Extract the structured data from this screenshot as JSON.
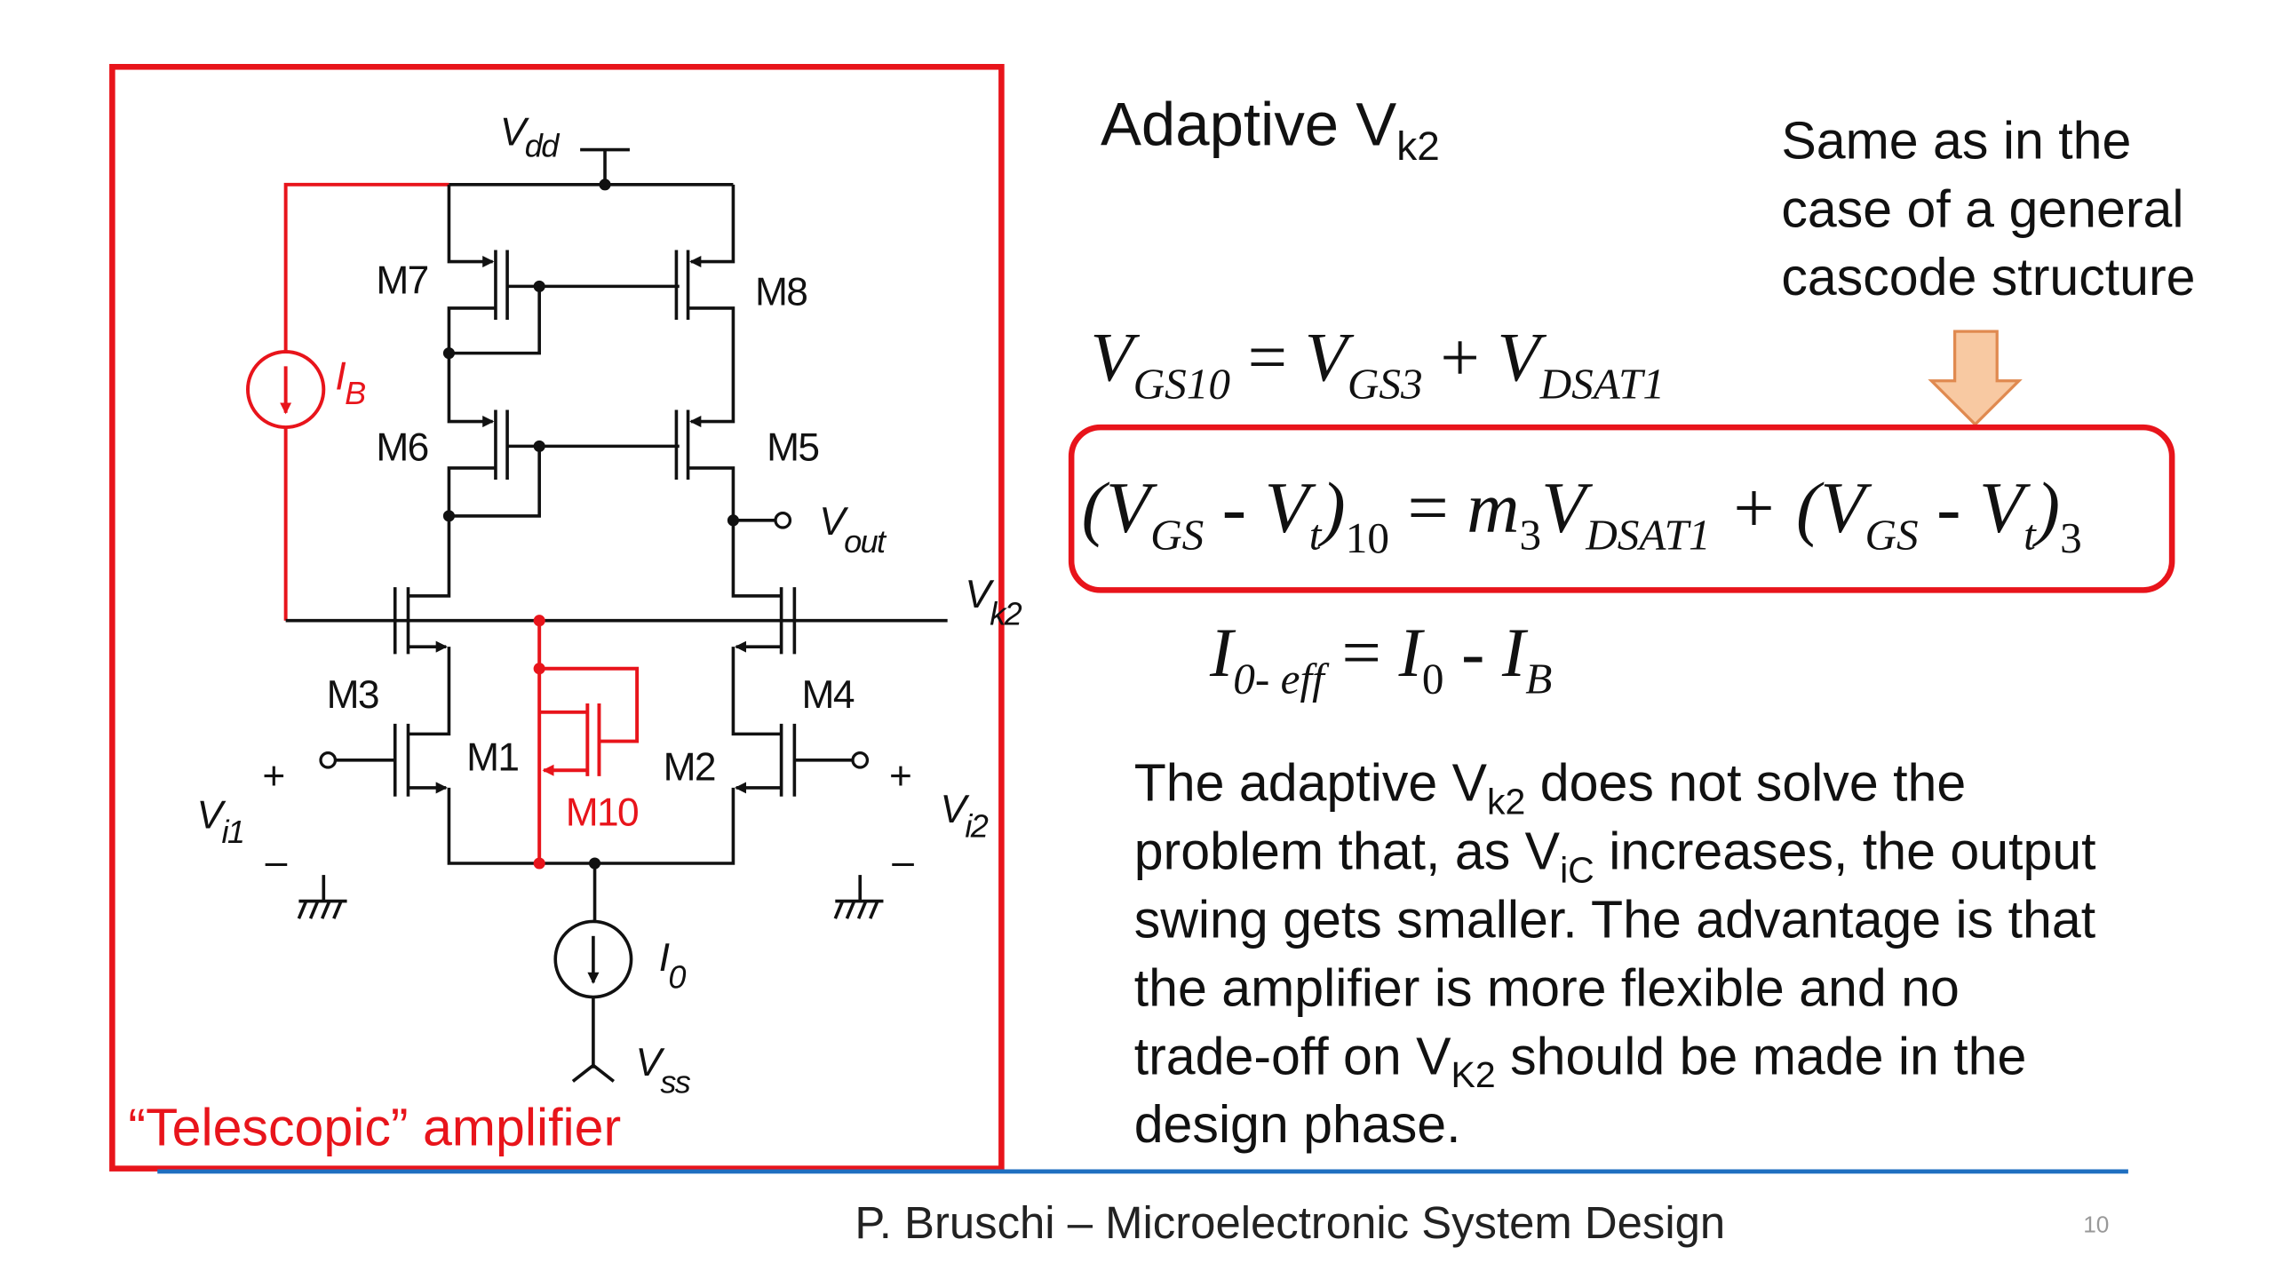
{
  "slide": {
    "title": {
      "main": "Adaptive V",
      "sub": "k2"
    },
    "note_lines": [
      "Same as in the",
      "case of a general",
      "cascode structure"
    ],
    "equations": {
      "eq1": {
        "v1": "V",
        "s1": "GS10",
        "eq": " = ",
        "v2": "V",
        "s2": "GS3",
        "plus": " + ",
        "v3": "V",
        "s3": "DSAT1"
      },
      "eq2": {
        "open": "(V",
        "s1": "GS",
        "minus": " -  V",
        "s2": "t",
        "close": ")",
        "s3": "10",
        "eq": " = ",
        "m": "m",
        "s4": "3",
        "v": "V",
        "s5": "DSAT1",
        "plus": " + (V",
        "s6": "GS",
        "minus2": " -  V",
        "s7": "t",
        "close2": ")",
        "s8": "3"
      },
      "eq3": {
        "i1": "I",
        "s1": "0- eff",
        "eq": " = ",
        "i2": "I",
        "s2": "0",
        "minus": " -  ",
        "i3": "I",
        "s3": "B"
      }
    },
    "paragraph": [
      {
        "a": "The adaptive V",
        "sub": "k2",
        "b": " does not solve the"
      },
      {
        "a": "problem that, as V",
        "sub": "iC",
        "b": " increases, the output"
      },
      {
        "a": "swing gets smaller. The advantage is that",
        "sub": "",
        "b": ""
      },
      {
        "a": "the amplifier is more flexible and no",
        "sub": "",
        "b": ""
      },
      {
        "a": "trade-off on V",
        "sub": "K2",
        "b": " should be made in the"
      },
      {
        "a": "design phase.",
        "sub": "",
        "b": ""
      }
    ],
    "footer": "P. Bruschi – Microelectronic System Design",
    "page_number": "10",
    "colors": {
      "accent_red": "#e8141b",
      "footer_line": "#1f6fc0",
      "arrow_fill": "#f8c9a2"
    }
  },
  "circuit": {
    "caption": "“Telescopic” amplifier",
    "vdd": {
      "v": "V",
      "sub": "dd"
    },
    "vss": {
      "v": "V",
      "sub": "ss"
    },
    "vout": {
      "v": "V",
      "sub": "out"
    },
    "vk2": {
      "v": "V",
      "sub": "k2"
    },
    "ib": {
      "v": "I",
      "sub": "B"
    },
    "i0": {
      "v": "I",
      "sub": "0"
    },
    "vi1": {
      "v": "V",
      "sub": "i1",
      "plus": "+",
      "minus": "–"
    },
    "vi2": {
      "v": "V",
      "sub": "i2",
      "plus": "+",
      "minus": "–"
    },
    "transistors": [
      "M7",
      "M8",
      "M6",
      "M5",
      "M3",
      "M4",
      "M1",
      "M2",
      "M10"
    ]
  }
}
